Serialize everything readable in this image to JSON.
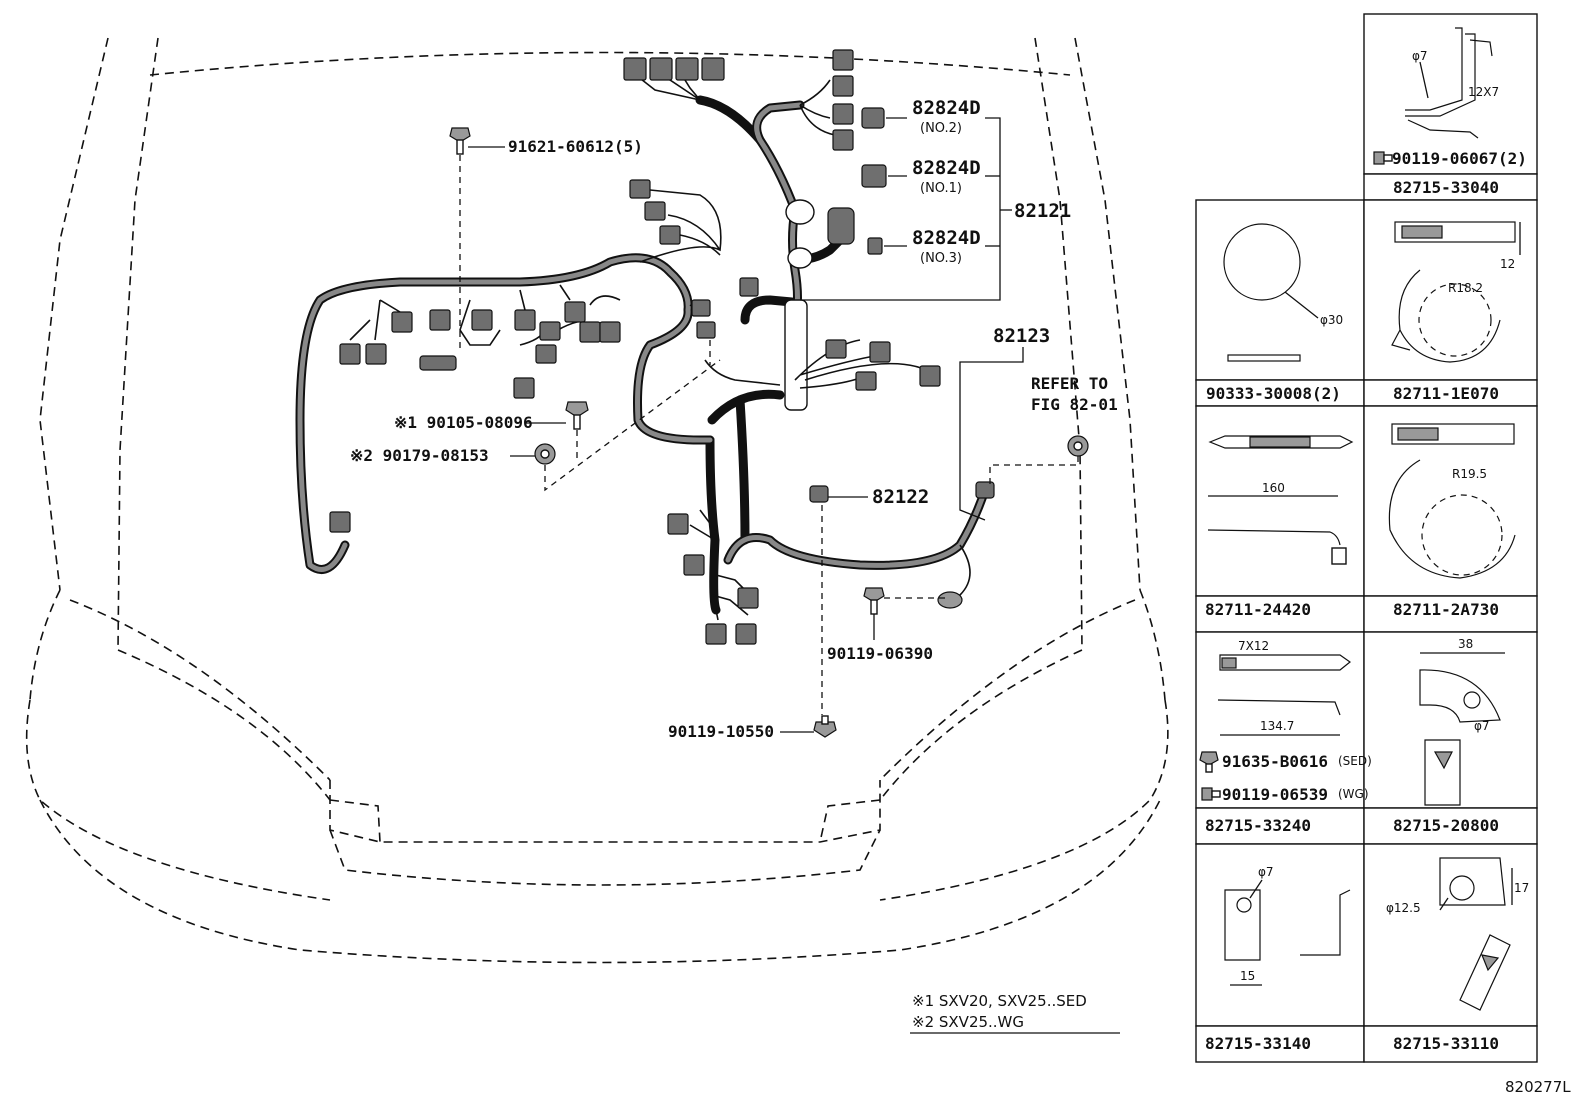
{
  "callouts": {
    "c91621": "91621-60612(5)",
    "c82824d_1": "82824D",
    "no2": "(NO.2)",
    "c82824d_2": "82824D",
    "no1": "(NO.1)",
    "c82824d_3": "82824D",
    "no3": "(NO.3)",
    "c82121": "82121",
    "c82123": "82123",
    "refer1": "REFER TO",
    "refer2": "FIG 82-01",
    "c90105": "※1 90105-08096",
    "c90179": "※2 90179-08153",
    "c82122": "82122",
    "c90119_06390": "90119-06390",
    "c90119_10550": "90119-10550"
  },
  "notes": {
    "n1": "※1  SXV20, SXV25..SED",
    "n2": "※2  SXV25..WG"
  },
  "figure_id": "820277L",
  "panels": {
    "p1": {
      "dim1": "φ7",
      "dim2": "12X7",
      "bolt": "90119-06067(2)",
      "label": "82715-33040"
    },
    "p2": {
      "dim1": "φ30",
      "label": "90333-30008(2)"
    },
    "p3": {
      "dim1": "12",
      "dim2": "R18.2",
      "label": "82711-1E070"
    },
    "p4": {
      "dim1": "160",
      "label": "82711-24420"
    },
    "p5": {
      "dim1": "R19.5",
      "label": "82711-2A730"
    },
    "p6": {
      "dim1": "7X12",
      "dim2": "134.7",
      "bolt1": "91635-B0616",
      "bolt1_note": "(SED)",
      "bolt2": "90119-06539",
      "bolt2_note": "(WG)",
      "label": "82715-33240"
    },
    "p7": {
      "dim1": "38",
      "dim2": "φ7",
      "label": "82715-20800"
    },
    "p8": {
      "dim1": "φ7",
      "dim2": "15",
      "label": "82715-33140"
    },
    "p9": {
      "dim1": "17",
      "dim2": "φ12.5",
      "label": "82715-33110"
    }
  }
}
